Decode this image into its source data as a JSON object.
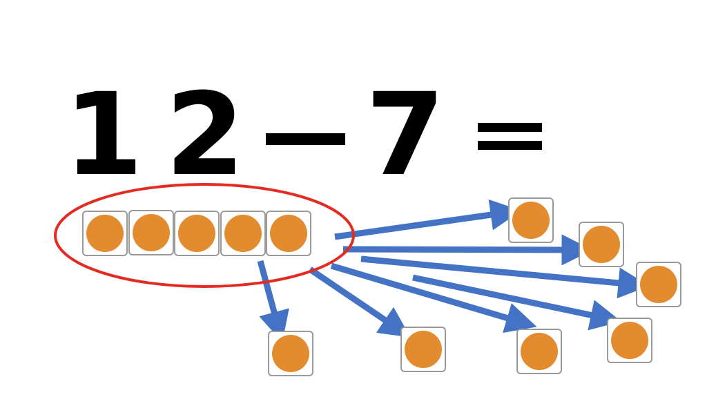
{
  "equation": {
    "chars": [
      "1",
      "2",
      "−",
      "7",
      "="
    ]
  },
  "colors": {
    "tile_fill": "#e38b2f",
    "ellipse": "#e32b22",
    "arrow": "#4472c4",
    "tile_border": "#9a9a9a"
  },
  "group_count": 5,
  "moved_count": 7
}
